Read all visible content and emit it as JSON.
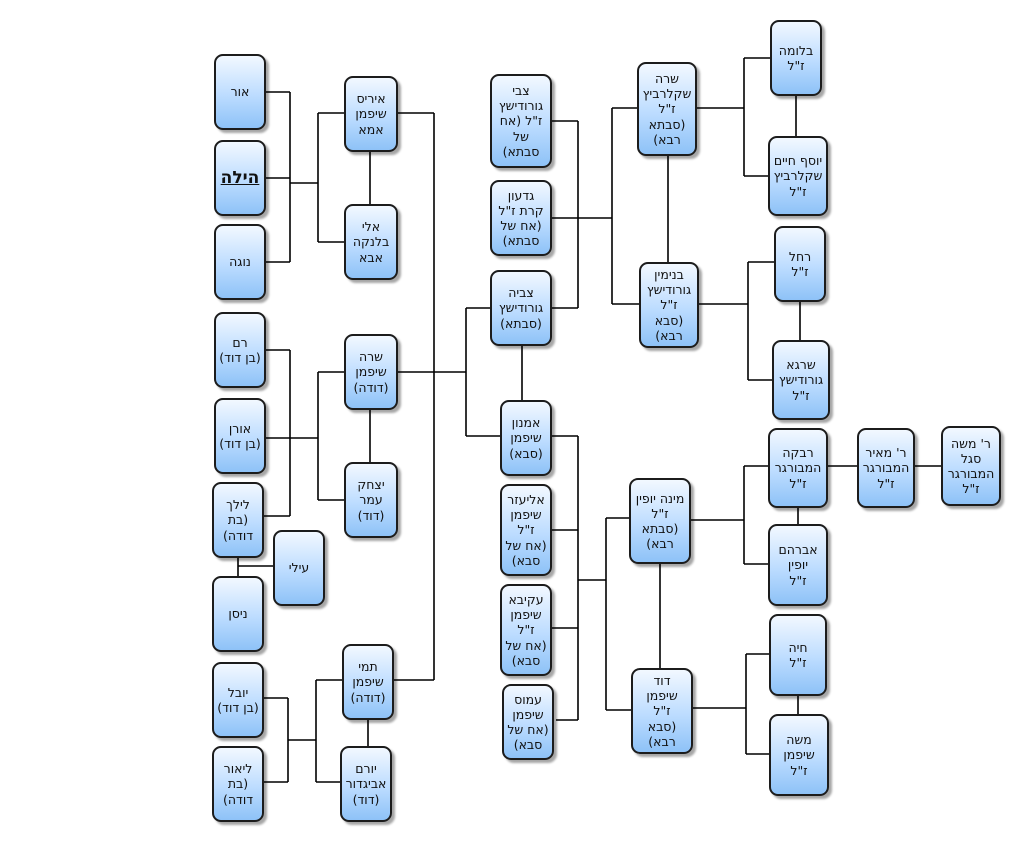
{
  "nodes": [
    {
      "id": "or",
      "label": "אור"
    },
    {
      "id": "hila",
      "label": "הילה",
      "highlight": true
    },
    {
      "id": "noga",
      "label": "נוגה"
    },
    {
      "id": "iris",
      "label": "איריס\nשיפמן\nאמא"
    },
    {
      "id": "eli",
      "label": "אלי\nבלנקה\nאבא"
    },
    {
      "id": "ram",
      "label": "רם\n(בן דוד)"
    },
    {
      "id": "oren",
      "label": "אורן\n(בן דוד)"
    },
    {
      "id": "lilach",
      "label": "לילך\n(בת\nדודה)"
    },
    {
      "id": "nisan",
      "label": "ניסן"
    },
    {
      "id": "ili",
      "label": "עילי"
    },
    {
      "id": "sara_sh",
      "label": "שרה\nשיפמן\n(דודה)"
    },
    {
      "id": "yitzhak",
      "label": "יצחק\nעמר\n(דוד)"
    },
    {
      "id": "yuval",
      "label": "יובל\n(בן דוד)"
    },
    {
      "id": "lior",
      "label": "ליאור\n(בת\nדודה)"
    },
    {
      "id": "tami",
      "label": "תמי\nשיפמן\n(דודה)"
    },
    {
      "id": "yoram",
      "label": "יורם\nאביגדור\n(דוד)"
    },
    {
      "id": "tzvi",
      "label": "צבי\nגורודישץ\nז\"ל (אח\nשל\nסבתא)"
    },
    {
      "id": "gideon",
      "label": "גדעון\nקרת ז\"ל\n(אח של\nסבתא)"
    },
    {
      "id": "tzvia",
      "label": "צביה\nגורודישץ\n(סבתא)"
    },
    {
      "id": "amnon",
      "label": "אמנון\nשיפמן\n(סבא)"
    },
    {
      "id": "eliezer",
      "label": "אליעזר\nשיפמן\nז\"ל\n(אח של\nסבא)"
    },
    {
      "id": "akiva",
      "label": "עקיבא\nשיפמן\nז\"ל\n(אח של\nסבא)"
    },
    {
      "id": "amos",
      "label": "עמוס\nשיפמן\n(אח של\nסבא)"
    },
    {
      "id": "sara_sk",
      "label": "שרה\nשקלרביץ\nז\"ל\n(סבתא\nרבא)"
    },
    {
      "id": "binyamin",
      "label": "בנימין\nגורודישץ\nז\"ל\n(סבא\nרבא)"
    },
    {
      "id": "mina",
      "label": "מינה יופין\nז\"ל\n(סבתא\nרבא)"
    },
    {
      "id": "david",
      "label": "דוד\nשיפמן\nז\"ל\n(סבא\nרבא)"
    },
    {
      "id": "bluma",
      "label": "בלומה\nז\"ל"
    },
    {
      "id": "yosef",
      "label": "יוסף חיים\nשקלרביץ\nז\"ל"
    },
    {
      "id": "rachel",
      "label": "רחל\nז\"ל"
    },
    {
      "id": "shraga",
      "label": "שרגא\nגורודישץ\nז\"ל"
    },
    {
      "id": "rivka",
      "label": "רבקה\nהמבורגר\nז\"ל"
    },
    {
      "id": "avraham",
      "label": "אברהם\nיופין\nז\"ל"
    },
    {
      "id": "meir",
      "label": "ר' מאיר\nהמבורגר\nז\"ל"
    },
    {
      "id": "moshe_s",
      "label": "ר' משה\nסגל\nהמבורגר\nז\"ל"
    },
    {
      "id": "chaya",
      "label": "חיה\nז\"ל"
    },
    {
      "id": "moshe_sh",
      "label": "משה\nשיפמן\nז\"ל"
    }
  ]
}
